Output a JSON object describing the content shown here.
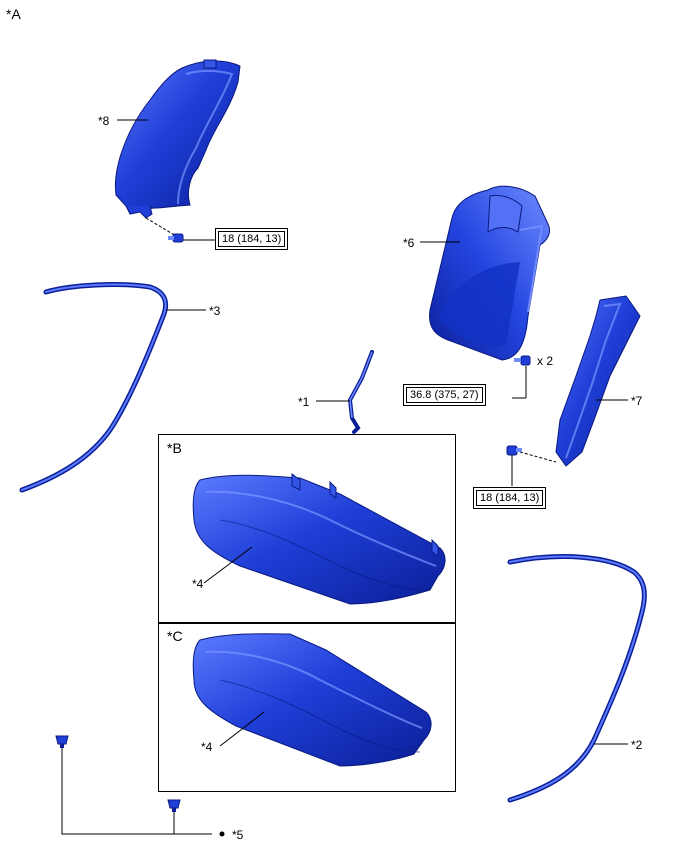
{
  "view_label": "*A",
  "parts": {
    "p1": "*1",
    "p2": "*2",
    "p3": "*3",
    "p4a": "*4",
    "p4b": "*4",
    "p5": "*5",
    "p6": "*6",
    "p7": "*7",
    "p8": "*8"
  },
  "torques": {
    "t1": "18 (184, 13)",
    "t2": "36.8 (375, 27)",
    "t3": "18 (184, 13)"
  },
  "qty": "x 2",
  "panels": {
    "b": "*B",
    "c": "*C"
  },
  "colors": {
    "part_fill": "#1f3fd8",
    "part_dark": "#0a1e96",
    "part_light": "#6f8cff"
  }
}
